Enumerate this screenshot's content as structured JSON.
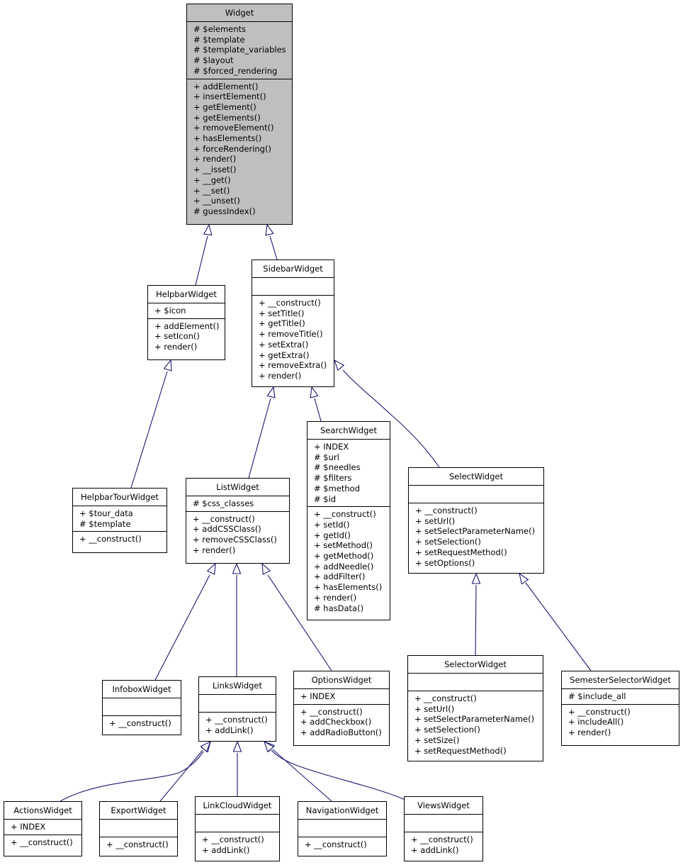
{
  "nodes": {
    "widget": {
      "name": "Widget",
      "attributes": [
        "# $elements",
        "# $template",
        "# $template_variables",
        "# $layout",
        "# $forced_rendering"
      ],
      "methods": [
        "+ addElement()",
        "+ insertElement()",
        "+ getElement()",
        "+ getElements()",
        "+ removeElement()",
        "+ hasElements()",
        "+ forceRendering()",
        "+ render()",
        "+ __isset()",
        "+ __get()",
        "+ __set()",
        "+ __unset()",
        "# guessIndex()"
      ]
    },
    "helpbar": {
      "name": "HelpbarWidget",
      "attributes": [
        "+ $icon"
      ],
      "methods": [
        "+ addElement()",
        "+ setIcon()",
        "+ render()"
      ]
    },
    "sidebar": {
      "name": "SidebarWidget",
      "attributes": [],
      "methods": [
        "+ __construct()",
        "+ setTitle()",
        "+ getTitle()",
        "+ removeTitle()",
        "+ setExtra()",
        "+ getExtra()",
        "+ removeExtra()",
        "+ render()"
      ]
    },
    "helpbartour": {
      "name": "HelpbarTourWidget",
      "attributes": [
        "+ $tour_data",
        "# $template"
      ],
      "methods": [
        "+ __construct()"
      ]
    },
    "list": {
      "name": "ListWidget",
      "attributes": [
        "# $css_classes"
      ],
      "methods": [
        "+ __construct()",
        "+ addCSSClass()",
        "+ removeCSSClass()",
        "+ render()"
      ]
    },
    "search": {
      "name": "SearchWidget",
      "attributes": [
        "+ INDEX",
        "# $url",
        "# $needles",
        "# $filters",
        "# $method",
        "# $id"
      ],
      "methods": [
        "+ __construct()",
        "+ setId()",
        "+ getId()",
        "+ setMethod()",
        "+ getMethod()",
        "+ addNeedle()",
        "+ addFilter()",
        "+ hasElements()",
        "+ render()",
        "# hasData()"
      ]
    },
    "select": {
      "name": "SelectWidget",
      "attributes": [],
      "methods": [
        "+ __construct()",
        "+ setUrl()",
        "+ setSelectParameterName()",
        "+ setSelection()",
        "+ setRequestMethod()",
        "+ setOptions()"
      ]
    },
    "infobox": {
      "name": "InfoboxWidget",
      "attributes": [],
      "methods": [
        "+ __construct()"
      ]
    },
    "links": {
      "name": "LinksWidget",
      "attributes": [],
      "methods": [
        "+ __construct()",
        "+ addLink()"
      ]
    },
    "options": {
      "name": "OptionsWidget",
      "attributes": [
        "+ INDEX"
      ],
      "methods": [
        "+ __construct()",
        "+ addCheckbox()",
        "+ addRadioButton()"
      ]
    },
    "selector": {
      "name": "SelectorWidget",
      "attributes": [],
      "methods": [
        "+ __construct()",
        "+ setUrl()",
        "+ setSelectParameterName()",
        "+ setSelection()",
        "+ setSize()",
        "+ setRequestMethod()"
      ]
    },
    "semester": {
      "name": "SemesterSelectorWidget",
      "attributes": [
        "# $include_all"
      ],
      "methods": [
        "+ __construct()",
        "+ includeAll()",
        "+ render()"
      ]
    },
    "actions": {
      "name": "ActionsWidget",
      "attributes": [
        "+ INDEX"
      ],
      "methods": [
        "+ __construct()"
      ]
    },
    "export": {
      "name": "ExportWidget",
      "attributes": [],
      "methods": [
        "+ __construct()"
      ]
    },
    "linkcloud": {
      "name": "LinkCloudWidget",
      "attributes": [],
      "methods": [
        "+ __construct()",
        "+ addLink()"
      ]
    },
    "navigation": {
      "name": "NavigationWidget",
      "attributes": [],
      "methods": [
        "+ __construct()"
      ]
    },
    "views": {
      "name": "ViewsWidget",
      "attributes": [],
      "methods": [
        "+ __construct()",
        "+ addLink()"
      ]
    }
  },
  "colors": {
    "edge": "#191970",
    "root_fill": "#bfbfbf",
    "node_fill": "#ffffff",
    "border": "#000000"
  }
}
